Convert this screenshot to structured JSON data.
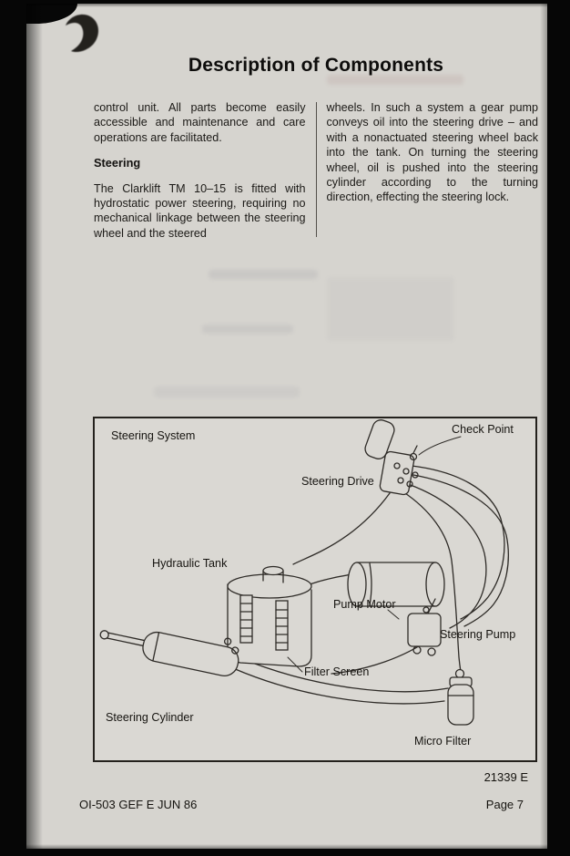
{
  "document": {
    "title": "Description of Components",
    "body": {
      "left_column": {
        "paragraph_1": "control unit. All parts become easily accessible and maintenance and care operations are facilitated.",
        "heading": "Steering",
        "paragraph_2": "The Clarklift TM 10–15 is fitted with hydrostatic power steering, requiring no mechanical linkage between the steering wheel and the steered"
      },
      "right_column": {
        "paragraph_1": "wheels. In such a system a gear pump conveys oil into the steering drive – and with a nonactuated steering wheel back into the tank. On turning the steering wheel, oil is pushed into the steering cylinder according to the turning direction, effecting the steering lock."
      }
    },
    "figure": {
      "labels": {
        "steering_system": "Steering System",
        "check_point": "Check Point",
        "steering_drive": "Steering Drive",
        "hydraulic_tank": "Hydraulic Tank",
        "pump_motor": "Pump Motor",
        "steering_pump": "Steering Pump",
        "filter_screen": "Filter Screen",
        "steering_cylinder": "Steering Cylinder",
        "micro_filter": "Micro Filter"
      },
      "figure_number": "21339 E"
    },
    "footer": {
      "document_code": "OI-503 GEF E JUN 86",
      "page_label": "Page 7"
    },
    "colors": {
      "paper": "#d6d4cf",
      "ink": "#1b1916",
      "scan_background": "#060606"
    }
  }
}
